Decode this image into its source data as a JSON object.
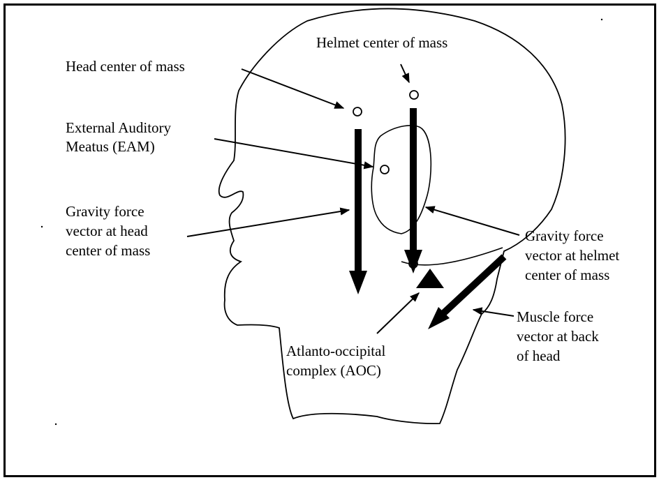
{
  "labels": {
    "head_com": "Head center of mass",
    "helmet_com": "Helmet center of mass",
    "eam_line1": "External Auditory",
    "eam_line2": "Meatus (EAM)",
    "gravity_head_line1": "Gravity force",
    "gravity_head_line2": "vector at head",
    "gravity_head_line3": "center of mass",
    "gravity_helmet_line1": "Gravity force",
    "gravity_helmet_line2": "vector at helmet",
    "gravity_helmet_line3": "center of mass",
    "muscle_line1": "Muscle force",
    "muscle_line2": "vector at back",
    "muscle_line3": "of head",
    "aoc_line1": "Atlanto-occipital",
    "aoc_line2": "complex (AOC)"
  },
  "colors": {
    "ink": "#000000",
    "background": "#ffffff"
  }
}
